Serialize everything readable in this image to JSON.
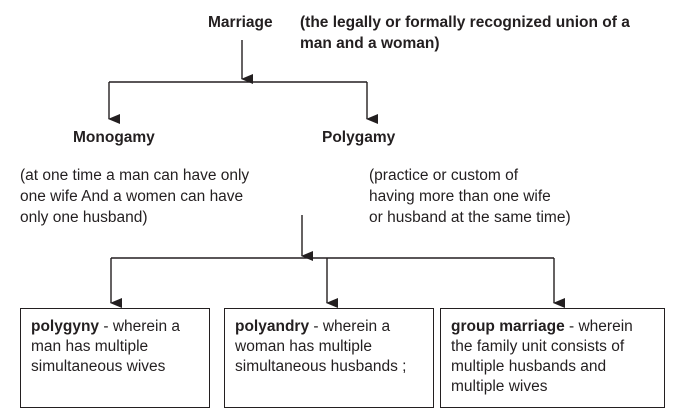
{
  "root": {
    "term": "Marriage",
    "definition_lines": [
      "(the legally or formally recognized union of a",
      "man and a woman)"
    ]
  },
  "level1": [
    {
      "term": "Monogamy",
      "definition_lines": [
        "(at one time a man can have only",
        "one wife And a women can have",
        "only one husband)"
      ]
    },
    {
      "term": "Polygamy",
      "definition_lines": [
        "(practice or custom of",
        "having more than one wife",
        "or husband at the same time)"
      ]
    }
  ],
  "level2": [
    {
      "term": "polygyny",
      "first_line_rest": " - wherein a",
      "more_lines": [
        "man has multiple",
        "simultaneous wives"
      ]
    },
    {
      "term": "polyandry",
      "first_line_rest": " - wherein a",
      "more_lines": [
        "woman has multiple",
        "simultaneous husbands ;"
      ]
    },
    {
      "term": "group marriage",
      "first_line_rest": " - wherein",
      "more_lines": [
        "the family unit consists of",
        "multiple husbands and",
        "multiple wives"
      ]
    }
  ]
}
